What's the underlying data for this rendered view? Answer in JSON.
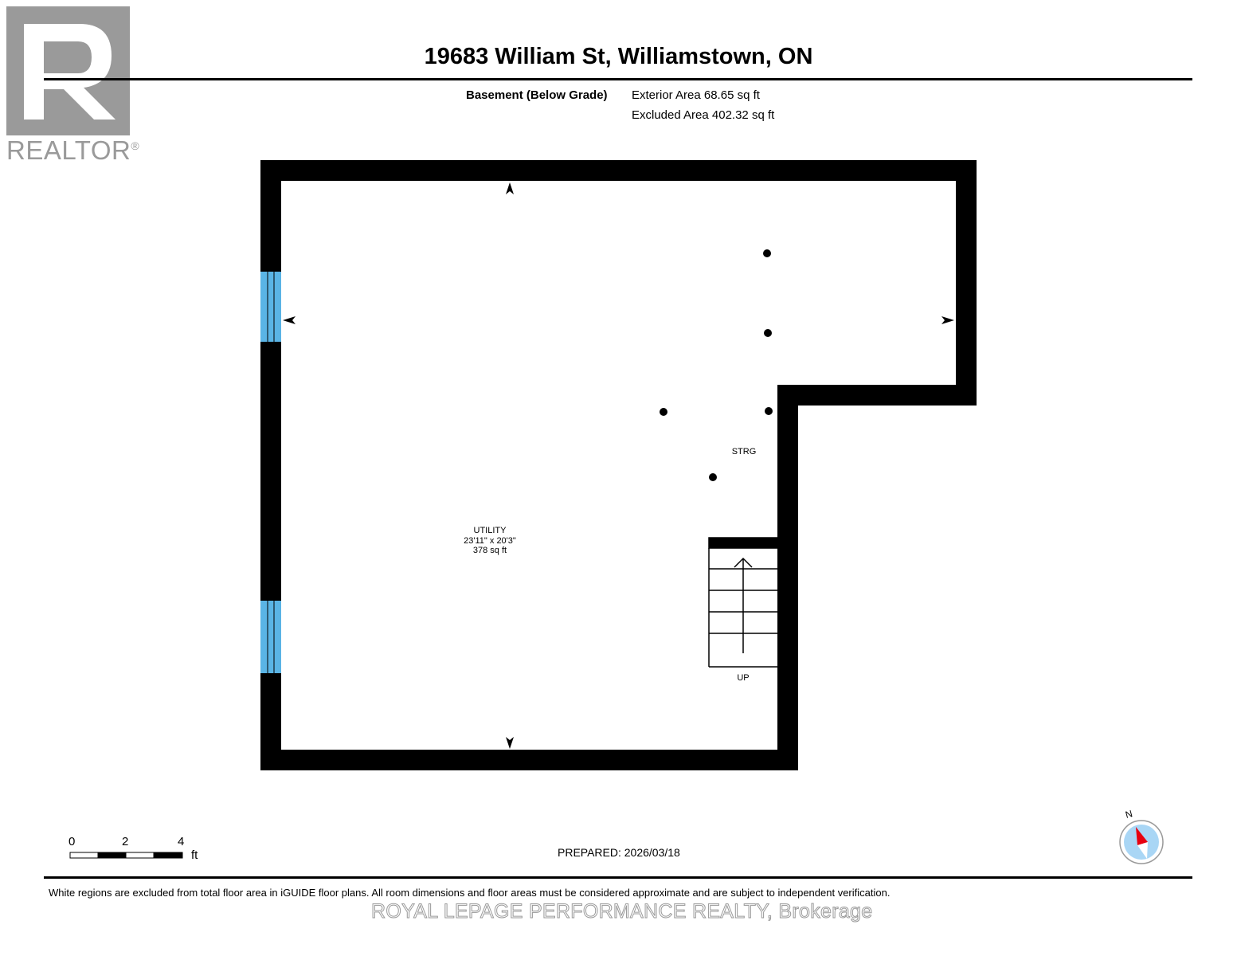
{
  "header": {
    "title": "19683 William St, Williamstown, ON",
    "floor_label": "Basement (Below Grade)",
    "exterior_area": "Exterior Area 68.65 sq ft",
    "excluded_area": "Excluded Area 402.32 sq ft"
  },
  "logo": {
    "text": "REALTOR",
    "mark": "®"
  },
  "rooms": [
    {
      "name": "UTILITY",
      "dimensions": "23'11\" x 20'3\"",
      "area": "378 sq ft"
    },
    {
      "name": "STRG"
    }
  ],
  "stairs_label": "UP",
  "scale_bar": {
    "ticks": [
      "0",
      "2",
      "4"
    ],
    "unit": "ft"
  },
  "prepared": "PREPARED: 2026/03/18",
  "compass": {
    "label": "N",
    "needle_color": "#e8000f",
    "dial_color": "#a9d6f5"
  },
  "colors": {
    "wall": "#000000",
    "window": "#5ab4e5"
  },
  "disclaimer": "White regions are excluded from total floor area in iGUIDE floor plans. All room dimensions and floor areas must be considered approximate and are subject to independent verification.",
  "watermark": "ROYAL LEPAGE PERFORMANCE REALTY, Brokerage"
}
